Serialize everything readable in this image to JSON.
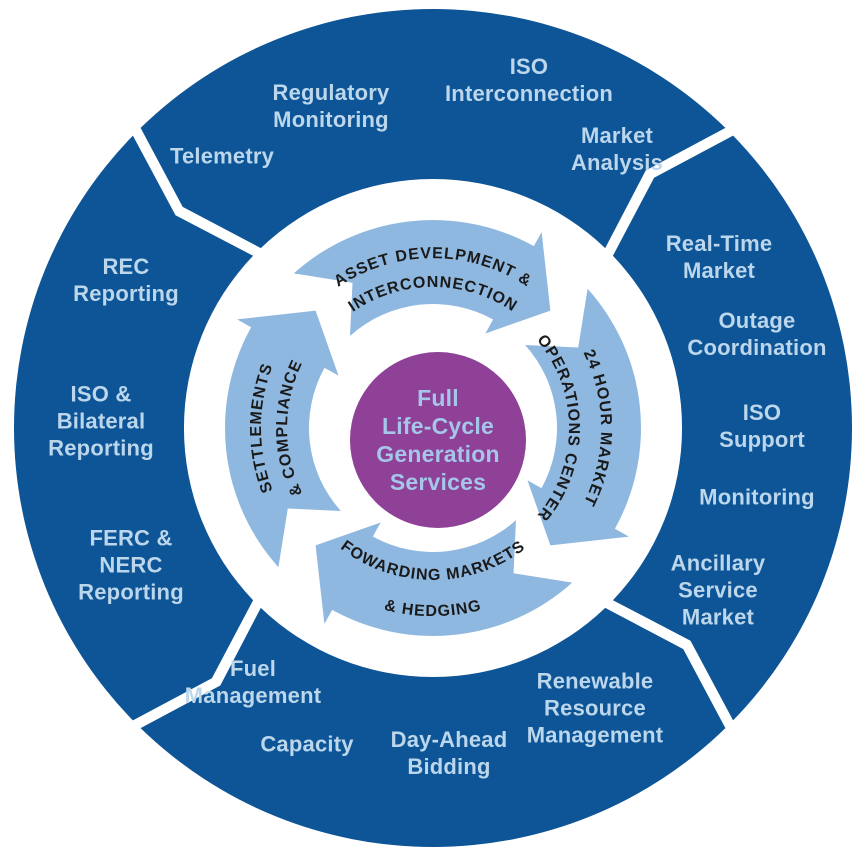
{
  "diagram": {
    "center_title": "Full\nLife-Cycle\nGeneration\nServices",
    "cycle_arrows": [
      {
        "id": "asset-development-interconnection",
        "line1": "ASSET DEVELPMENT &",
        "line2": "INTERCONNECTION"
      },
      {
        "id": "24-hour-market-operations-center",
        "line1": "24 HOUR MARKET",
        "line2": "OPERATIONS CENTER"
      },
      {
        "id": "forwarding-markets-hedging",
        "line1": "FOWARDING MARKETS",
        "line2": "& HEDGING"
      },
      {
        "id": "settlements-compliance",
        "line1": "SETTLEMENTS",
        "line2": "& COMPLIANCE"
      }
    ],
    "ring_labels": [
      {
        "id": "telemetry",
        "text": "Telemetry"
      },
      {
        "id": "regulatory-monitoring",
        "text": "Regulatory\nMonitoring"
      },
      {
        "id": "iso-interconnection",
        "text": "ISO\nInterconnection"
      },
      {
        "id": "market-analysis",
        "text": "Market\nAnalysis"
      },
      {
        "id": "real-time-market",
        "text": "Real-Time\nMarket"
      },
      {
        "id": "outage-coordination",
        "text": "Outage\nCoordination"
      },
      {
        "id": "iso-support",
        "text": "ISO\nSupport"
      },
      {
        "id": "monitoring",
        "text": "Monitoring"
      },
      {
        "id": "ancillary-service-market",
        "text": "Ancillary\nService\nMarket"
      },
      {
        "id": "renewable-resource-management",
        "text": "Renewable\nResource\nManagement"
      },
      {
        "id": "day-ahead-bidding",
        "text": "Day-Ahead\nBidding"
      },
      {
        "id": "capacity",
        "text": "Capacity"
      },
      {
        "id": "fuel-management",
        "text": "Fuel\nManagement"
      },
      {
        "id": "ferc-nerc-reporting",
        "text": "FERC &\nNERC\nReporting"
      },
      {
        "id": "iso-bilateral-reporting",
        "text": "ISO &\nBilateral\nReporting"
      },
      {
        "id": "rec-reporting",
        "text": "REC\nReporting"
      }
    ],
    "colors": {
      "ring": "#0D5596",
      "arrow": "#8FB8E0",
      "center_circle": "#8E4197",
      "ring_text": "#BCD6EC",
      "center_text": "#A5C6E8",
      "arrow_text": "#1A1A1A"
    }
  }
}
